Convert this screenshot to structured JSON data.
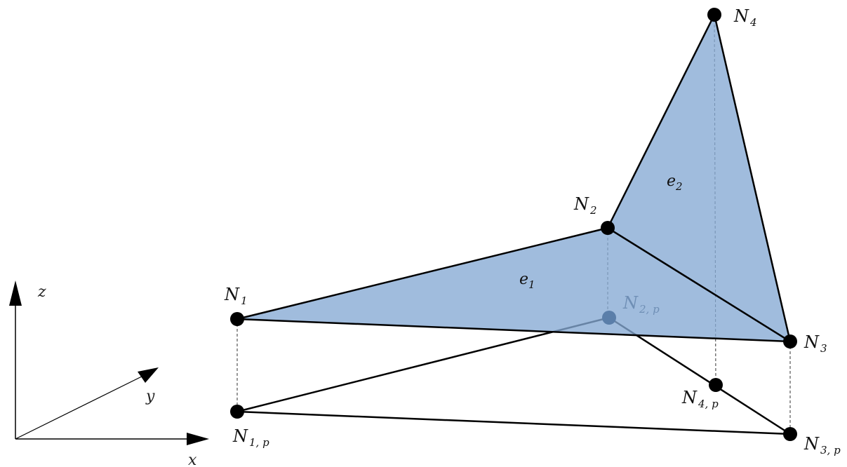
{
  "colors": {
    "face": "#9dbadc",
    "edge": "#000000",
    "node": "#000000",
    "hidden_node": "#5a7ea9",
    "hidden_label": "#6f8fb5"
  },
  "axes": {
    "x": "x",
    "y": "y",
    "z": "z"
  },
  "elements": {
    "e1": {
      "base": "e",
      "sub": "1"
    },
    "e2": {
      "base": "e",
      "sub": "2"
    }
  },
  "nodes": {
    "N1": {
      "base": "N",
      "sub": "1"
    },
    "N2": {
      "base": "N",
      "sub": "2"
    },
    "N3": {
      "base": "N",
      "sub": "3"
    },
    "N4": {
      "base": "N",
      "sub": "4"
    },
    "N1p": {
      "base": "N",
      "sub": "1, p"
    },
    "N2p": {
      "base": "N",
      "sub": "2, p"
    },
    "N3p": {
      "base": "N",
      "sub": "3, p"
    },
    "N4p": {
      "base": "N",
      "sub": "4, p"
    }
  }
}
